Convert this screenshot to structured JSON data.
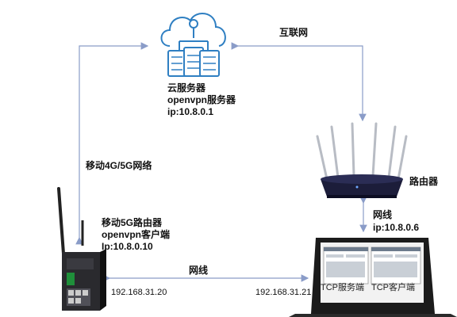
{
  "cloud_server": {
    "line1": "云服务器",
    "line2": "openvpn服务器",
    "line3": "ip:10.8.0.1"
  },
  "internet_label": "互联网",
  "mobile_network_label": "移动4G/5G网络",
  "router": {
    "label": "路由器",
    "cable_label": "网线",
    "ip": "ip:10.8.0.6"
  },
  "gateway": {
    "line1": "移动5G路由器",
    "line2": "openvpn客户端",
    "line3": "Ip:10.8.0.10"
  },
  "lan": {
    "cable_label": "网线",
    "left_ip": "192.168.31.20",
    "right_ip": "192.168.31.21"
  },
  "laptop": {
    "window1_label": "TCP服务端",
    "window2_label": "TCP客户端"
  },
  "colors": {
    "line": "#8a9cc8",
    "cloud": "#2f7fc2"
  }
}
